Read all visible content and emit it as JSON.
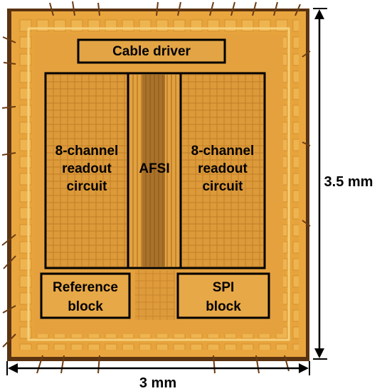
{
  "blocks": {
    "cable_driver": "Cable driver",
    "readout_left": [
      "8-channel",
      "readout",
      "circuit"
    ],
    "afsi": "AFSI",
    "readout_right": [
      "8-channel",
      "readout",
      "circuit"
    ],
    "reference": [
      "Reference",
      "block"
    ],
    "spi": [
      "SPI",
      "block"
    ]
  },
  "dimensions": {
    "height": "3.5 mm",
    "width": "3 mm"
  },
  "colors": {
    "die": "#e9a63f",
    "die_dark": "#b9771d",
    "outline": "#000000"
  }
}
